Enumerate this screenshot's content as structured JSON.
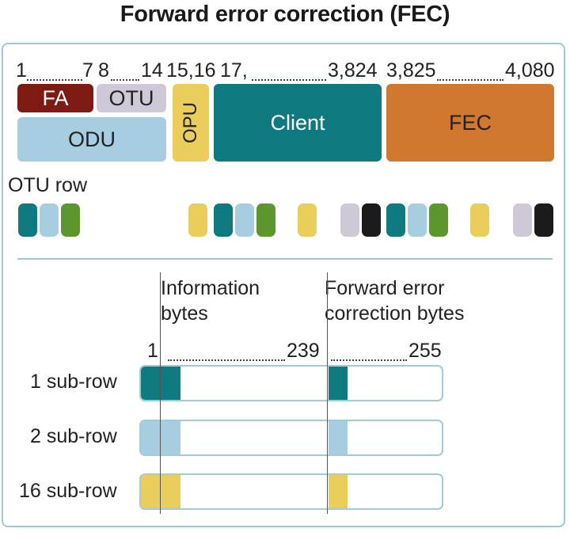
{
  "title": "Forward error correction (FEC)",
  "frame": {
    "ticks": {
      "t1": "1",
      "t7": "7",
      "t8": "8",
      "t14": "14",
      "t15_16": "15,16",
      "t17": "17,",
      "t3824": "3,824",
      "t3825": "3,825",
      "t4080": "4,080"
    },
    "blocks": {
      "fa": "FA",
      "otu": "OTU",
      "odu": "ODU",
      "opu": "OPU",
      "client": "Client",
      "fec": "FEC"
    },
    "otu_row_label": "OTU row"
  },
  "subrows": {
    "info_label_1": "Information",
    "info_label_2": "bytes",
    "fec_label_1": "Forward error",
    "fec_label_2": "correction bytes",
    "tick_1": "1",
    "tick_239": "239",
    "tick_255": "255",
    "rows": [
      "1 sub-row",
      "2 sub-row",
      "16 sub-row"
    ]
  },
  "colors": {
    "fa": "#7d1a12",
    "otu": "#cfc9d7",
    "odu": "#a6cee0",
    "opu": "#ebcd5c",
    "client": "#0e7a80",
    "fec": "#d07730",
    "green": "#5e962e",
    "black": "#1b1b1b",
    "border": "#9fc9d4"
  }
}
